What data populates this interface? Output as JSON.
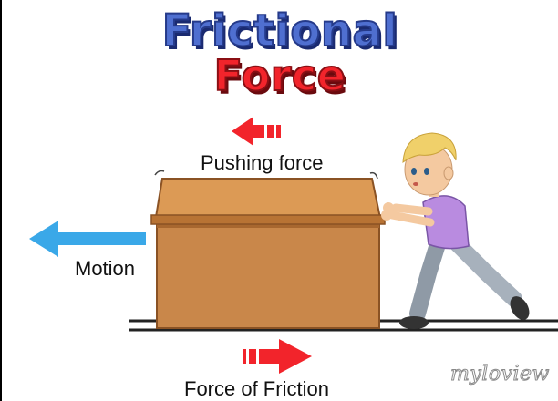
{
  "title": {
    "line1": "Frictional",
    "line2": "Force"
  },
  "labels": {
    "pushing_force": "Pushing force",
    "motion": "Motion",
    "force_of_friction": "Force of Friction"
  },
  "watermark": "myloview",
  "colors": {
    "title_blue": "#4f6fd0",
    "title_red": "#f2242b",
    "arrow_red": "#f2242b",
    "arrow_blue": "#3aa8e8",
    "box": "#c9874a",
    "shirt": "#b98be0"
  },
  "icons": [
    "push-arrow-icon",
    "motion-arrow-icon",
    "friction-arrow-icon",
    "box",
    "boy-figure"
  ]
}
